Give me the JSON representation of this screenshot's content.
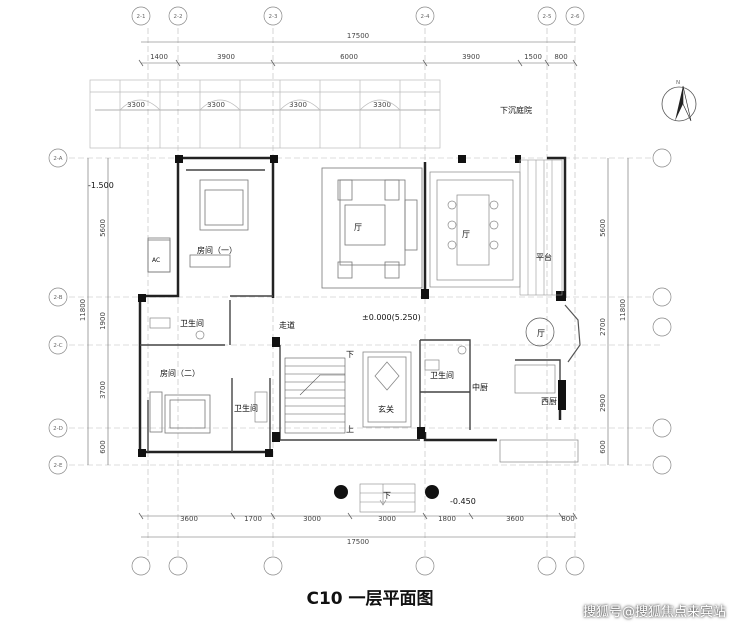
{
  "title": "C10 一层平面图",
  "watermark": "搜狐号@搜狐焦点来宾站",
  "north_label": "N",
  "dims": {
    "top_total": "17500",
    "top": [
      "1400",
      "3900",
      "6000",
      "3900",
      "1500",
      "800"
    ],
    "top2": [
      "3300",
      "3300",
      "3300",
      "3300"
    ],
    "bottom": [
      "3600",
      "1700",
      "3000",
      "3000",
      "1800",
      "3600",
      "800"
    ],
    "bottom_total": "17500",
    "left_total": "11800",
    "left": [
      "5600",
      "1900",
      "3700",
      "600"
    ],
    "right_total": "11800",
    "right": [
      "5600",
      "2700",
      "2900",
      "600"
    ]
  },
  "axes": {
    "top": [
      "2-1",
      "2-2",
      "2-3",
      "2-4",
      "2-5",
      "2-6"
    ],
    "left": [
      "2-A",
      "2-B",
      "2-C",
      "2-D",
      "2-E"
    ]
  },
  "labels": {
    "garden": "下沉庭院",
    "level_neg": "-1.500",
    "ac": "AC",
    "bedroom1": "房间（一）",
    "hall1": "厅",
    "hall2": "厅",
    "terrace": "平台",
    "level_zero": "±0.000(5.250)",
    "corridor": "走道",
    "bath1": "卫生间",
    "hall3": "厅",
    "down1": "下",
    "bath_right": "卫生间",
    "kitchen": "中厨",
    "bedroom2": "房间（二）",
    "bath2": "卫生间",
    "foyer": "玄关",
    "up": "上",
    "west_kitchen": "西厨",
    "down2": "下",
    "level_entry": "-0.450"
  }
}
